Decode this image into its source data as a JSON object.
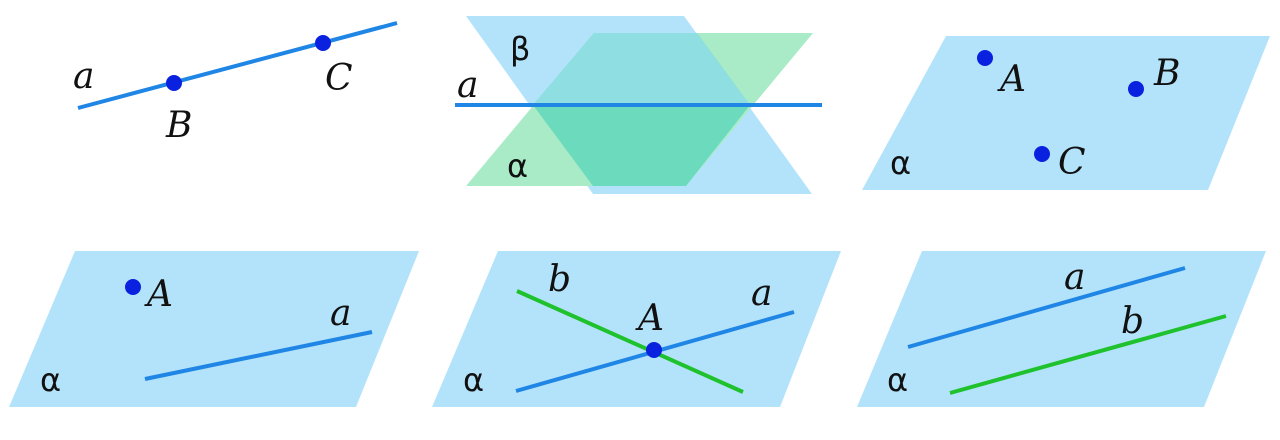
{
  "colors": {
    "plane_blue": "#b3e3fb",
    "plane_green": "#a8ebc6",
    "overlap": "#62d8bb",
    "line_blue": "#1f86e6",
    "line_green": "#1fc22c",
    "point": "#0a22e0",
    "text": "#111111"
  },
  "panels": {
    "p1": {
      "line": "a",
      "point_b": "B",
      "point_c": "C"
    },
    "p2": {
      "line": "a",
      "plane_beta": "β",
      "plane_alpha": "α"
    },
    "p3": {
      "plane": "α",
      "point_a": "A",
      "point_b": "B",
      "point_c": "C"
    },
    "p4": {
      "plane": "α",
      "point_a": "A",
      "line": "a"
    },
    "p5": {
      "plane": "α",
      "line_a": "a",
      "line_b": "b",
      "point_a": "A"
    },
    "p6": {
      "plane": "α",
      "line_a": "a",
      "line_b": "b"
    }
  }
}
